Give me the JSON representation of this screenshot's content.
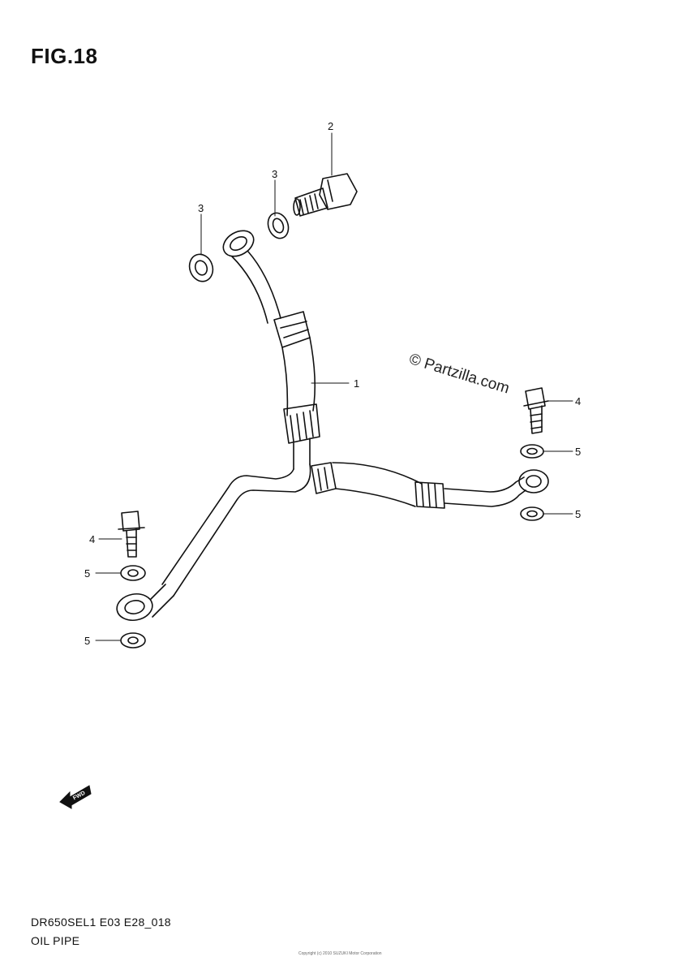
{
  "figure": {
    "title": "FIG.18"
  },
  "callouts": {
    "part1": "1",
    "part2": "2",
    "part3a": "3",
    "part3b": "3",
    "part4a": "4",
    "part4b": "4",
    "part5a": "5",
    "part5b": "5",
    "part5c": "5",
    "part5d": "5"
  },
  "watermark": "© Partzilla.com",
  "fwd_label": "FWD",
  "footer": {
    "code": "DR650SEL1 E03 E28_018",
    "name": "OIL PIPE",
    "copyright": "Copyright (c) 2010 SUZUKI Motor Corporation"
  }
}
